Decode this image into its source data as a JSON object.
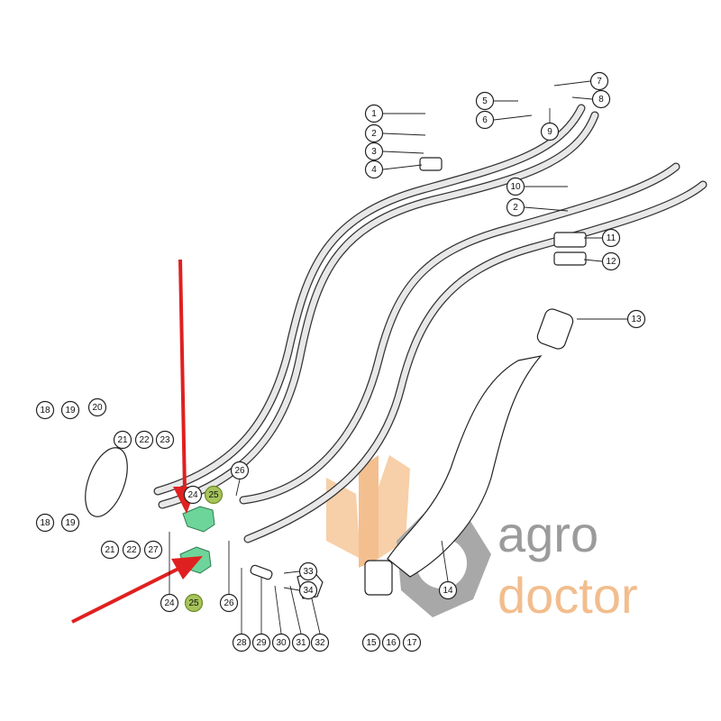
{
  "diagram": {
    "callouts": [
      "1",
      "2",
      "3",
      "4",
      "5",
      "6",
      "7",
      "8",
      "9",
      "10",
      "2",
      "11",
      "12",
      "13",
      "14",
      "15",
      "16",
      "17",
      "18",
      "19",
      "20",
      "21",
      "22",
      "23",
      "24",
      "25",
      "26",
      "18",
      "19",
      "21",
      "22",
      "27",
      "24",
      "25",
      "26",
      "28",
      "29",
      "30",
      "31",
      "32",
      "33",
      "34"
    ],
    "highlighted_part": "25",
    "colors": {
      "highlight": "#a6c45a",
      "part_fill": "#6ed59a",
      "arrow": "#e02020"
    }
  },
  "watermark": {
    "line1": "agro",
    "line2": "doctor"
  }
}
